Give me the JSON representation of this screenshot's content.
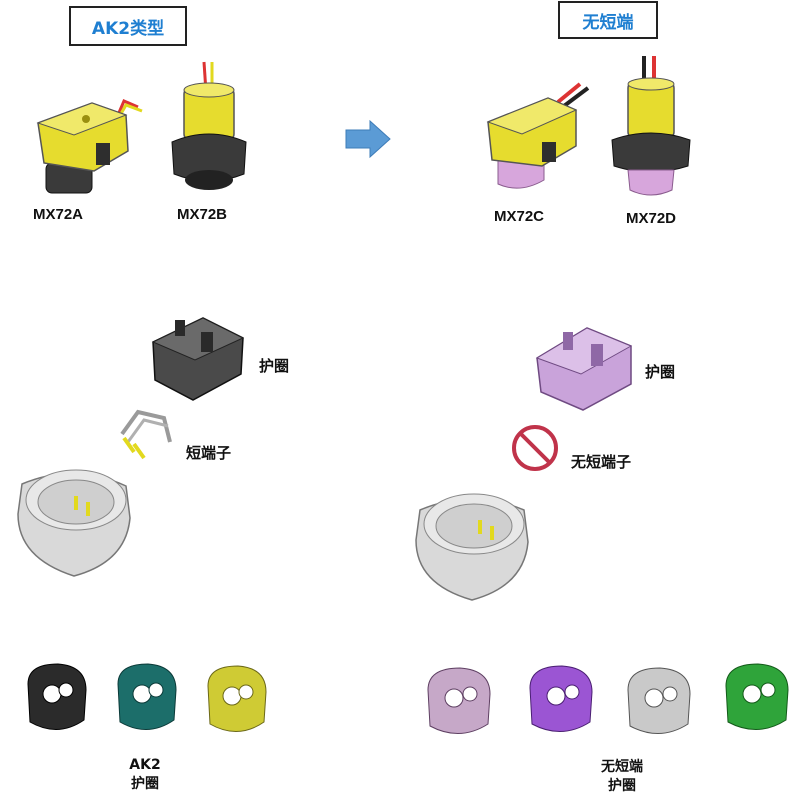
{
  "left_title": "AK2类型",
  "right_title": "无短端",
  "connectors": {
    "a": "MX72A",
    "b": "MX72B",
    "c": "MX72C",
    "d": "MX72D"
  },
  "left_parts": {
    "guard": "护圈",
    "short_terminal": "短端子"
  },
  "right_parts": {
    "guard": "护圈",
    "no_short_terminal": "无短端子"
  },
  "bottom_left": {
    "line1": "AK2",
    "line2": "护圈"
  },
  "bottom_right": {
    "line1": "无短端",
    "line2": "护圈"
  },
  "colors": {
    "title_text": "#1f7fd1",
    "arrow": "#5b9bd5",
    "connector_yellow": "#e6dc2e",
    "connector_black": "#3a3a3a",
    "pink_cap": "#d7a6dc",
    "prohibit_red": "#c0334a",
    "ring_left": [
      "#2b2b2b",
      "#1c6e6a",
      "#cfcb34"
    ],
    "ring_right": [
      "#c6a8c8",
      "#9b55d3",
      "#c9c9c9",
      "#2fa43a"
    ]
  }
}
